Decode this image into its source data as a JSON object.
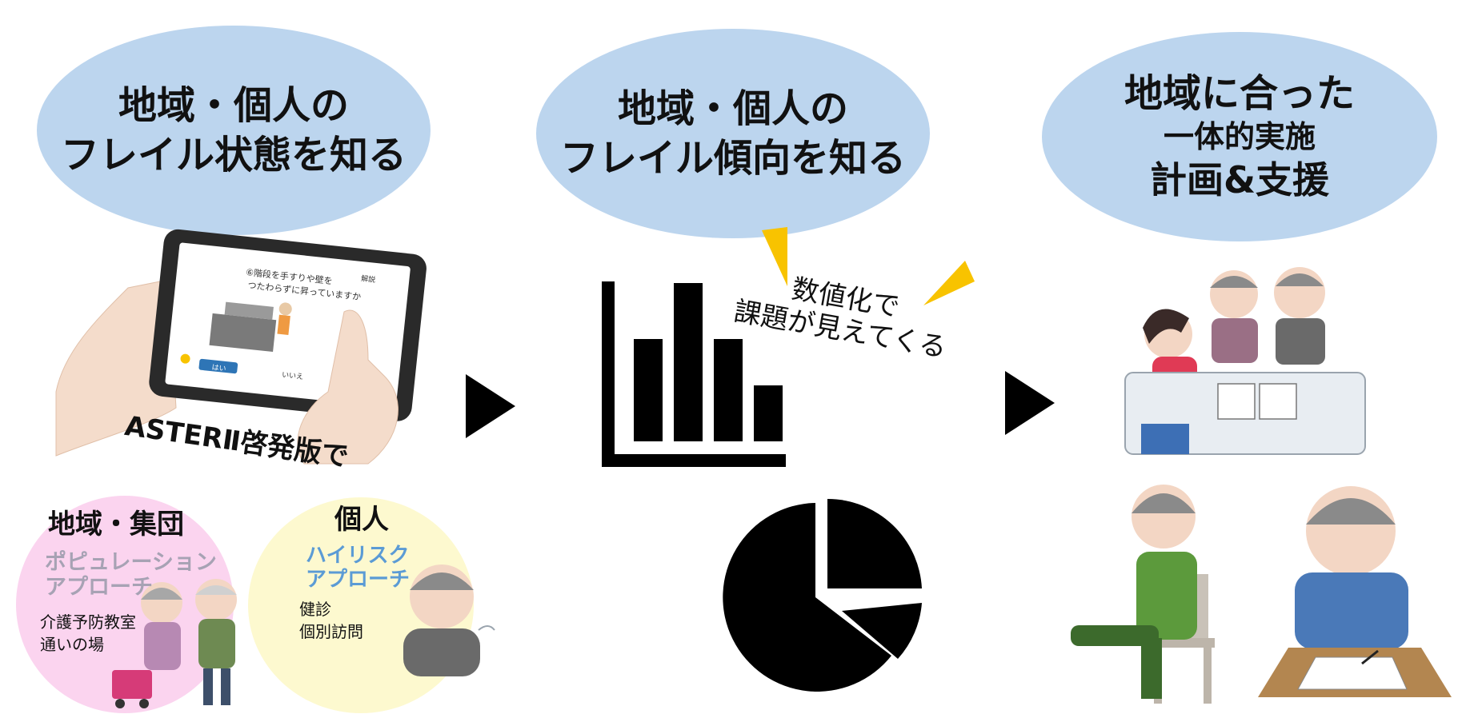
{
  "bubbles": {
    "left": {
      "line1": "地域・個人の",
      "line2": "フレイル状態を知る"
    },
    "center": {
      "line1": "地域・個人の",
      "line2": "フレイル傾向を知る"
    },
    "right": {
      "line1": "地域に合った",
      "line2": "一体的実施",
      "line3": "計画&支援"
    }
  },
  "tablet": {
    "question_line1": "⑥階段を手すりや壁を",
    "question_line2": "つたわらずに昇っていますか",
    "corner_button": "解説",
    "yes_button": "はい",
    "no_button": "いいえ",
    "caption": "ASTERⅡ啓発版で"
  },
  "callout": {
    "line1": "数値化で",
    "line2": "課題が見えてくる"
  },
  "population": {
    "title": "地域・集団",
    "subtitle_line1": "ポピュレーション",
    "subtitle_line2": "アプローチ",
    "item1": "介護予防教室",
    "item2": "通いの場"
  },
  "individual": {
    "title": "個人",
    "subtitle_line1": "ハイリスク",
    "subtitle_line2": "アプローチ",
    "item1": "健診",
    "item2": "個別訪問"
  },
  "colors": {
    "bubble": "#bcd5ee",
    "pink_circle": "#fbd4ef",
    "yellow_circle": "#fdf9cf",
    "accent_yellow": "#f8c300",
    "population_text": "#a7a2b4",
    "individual_text": "#5b9bd5"
  },
  "icons": [
    "bar-chart-icon",
    "pie-chart-icon",
    "arrow-right-icon"
  ]
}
